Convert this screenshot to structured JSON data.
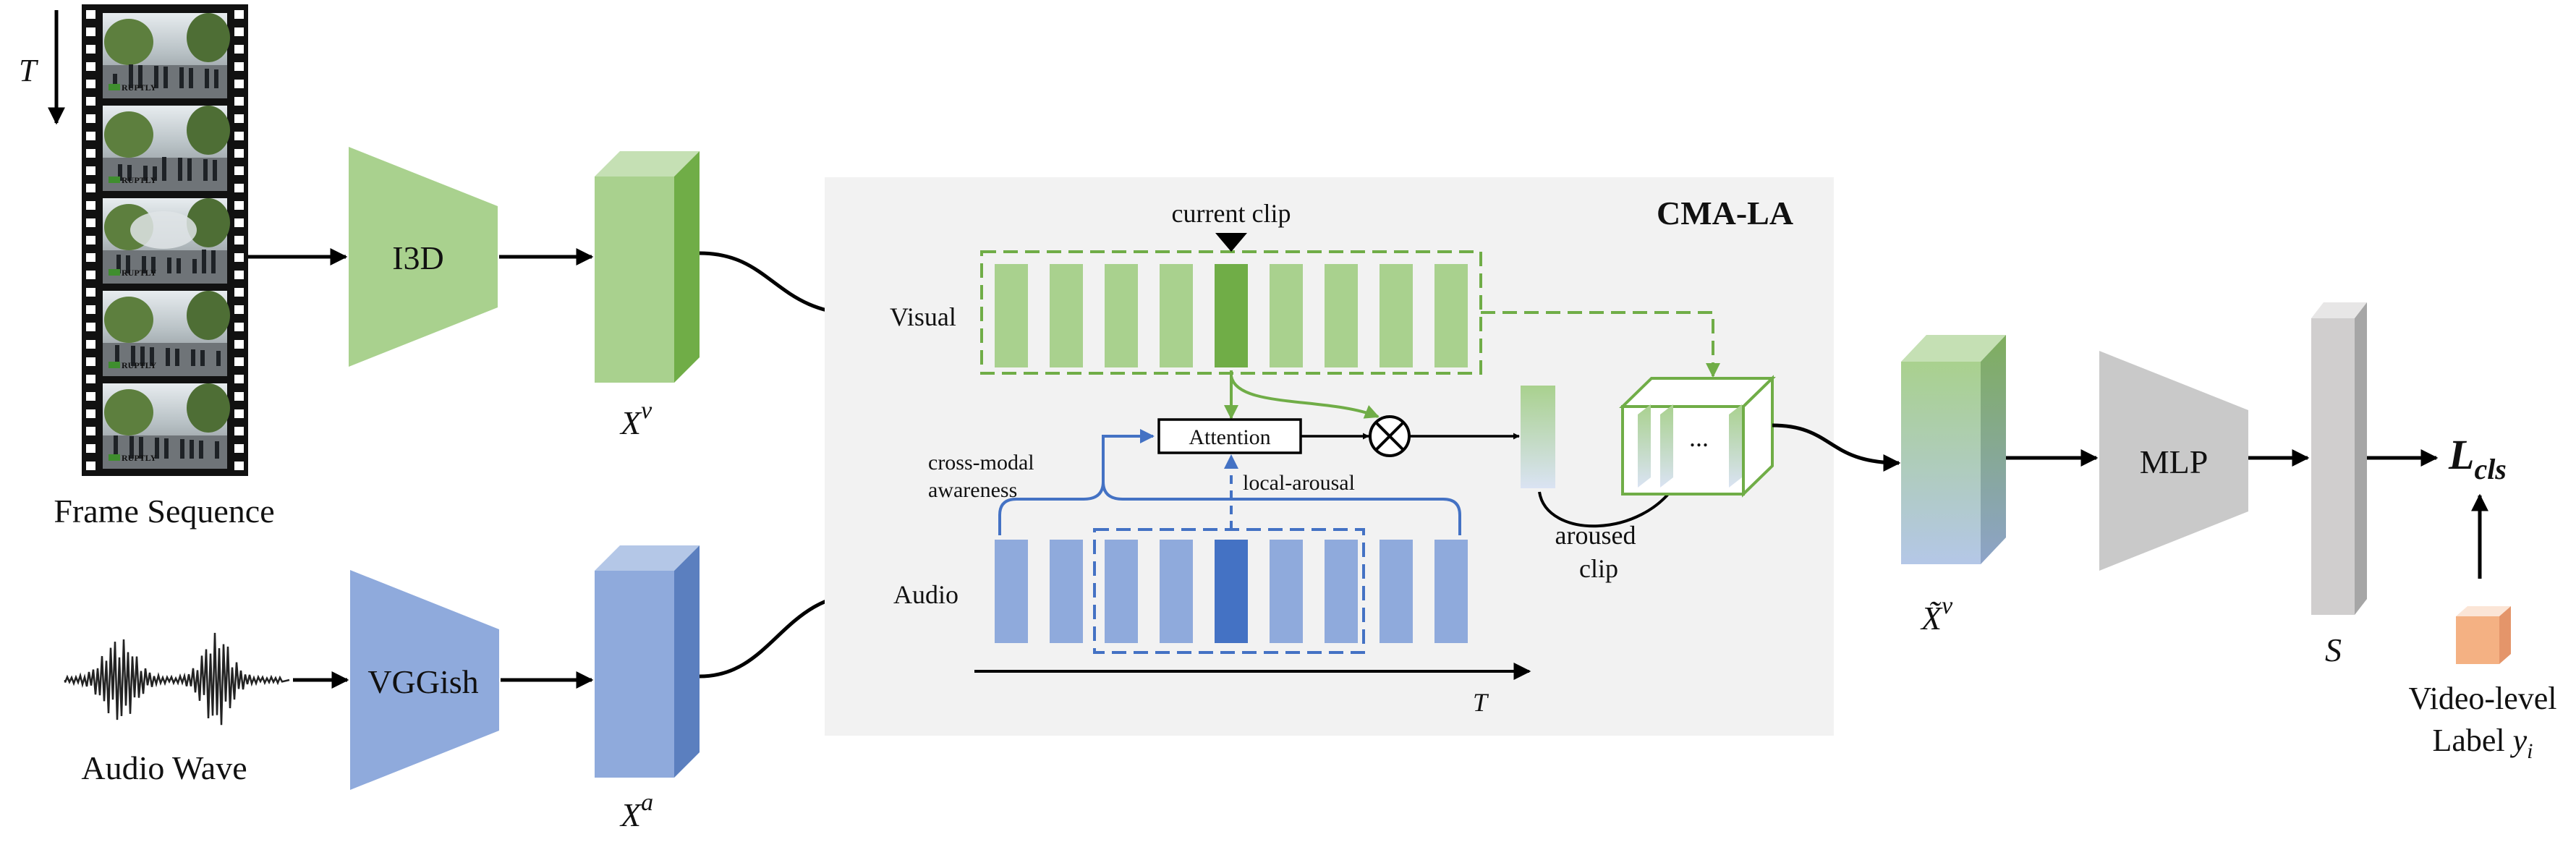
{
  "frame_sequence": {
    "time_label": "T",
    "caption": "Frame Sequence",
    "frame_watermark": "RUPTLY"
  },
  "audio_wave": {
    "caption": "Audio Wave"
  },
  "encoders": {
    "visual": "I3D",
    "audio": "VGGish",
    "mlp": "MLP"
  },
  "features": {
    "visual": {
      "base": "X",
      "sup": "v"
    },
    "audio": {
      "base": "X",
      "sup": "a"
    },
    "enhanced": {
      "base": "X̃",
      "sup": "v"
    },
    "score": "S"
  },
  "cma": {
    "title": "CMA-LA",
    "visual_label": "Visual",
    "audio_label": "Audio",
    "current_clip": "current clip",
    "attention": "Attention",
    "cross_modal_line1": "cross-modal",
    "cross_modal_line2": "awareness",
    "local_arousal": "local-arousal",
    "aroused_line1": "aroused",
    "aroused_line2": "clip",
    "ellipsis": "...",
    "time_label": "T"
  },
  "loss": {
    "base": "L",
    "sub": "cls"
  },
  "label": {
    "line1": "Video-level",
    "line2_prefix": "Label ",
    "var": "y",
    "sub": "i"
  },
  "colors": {
    "green_light": "#a9d18e",
    "green_dark": "#70ad47",
    "blue_light": "#8faadc",
    "blue_dark": "#4472c4",
    "gray_panel": "#f2f2f2",
    "gray_mlp": "#c9c9c9",
    "orange": "#f4b183"
  }
}
